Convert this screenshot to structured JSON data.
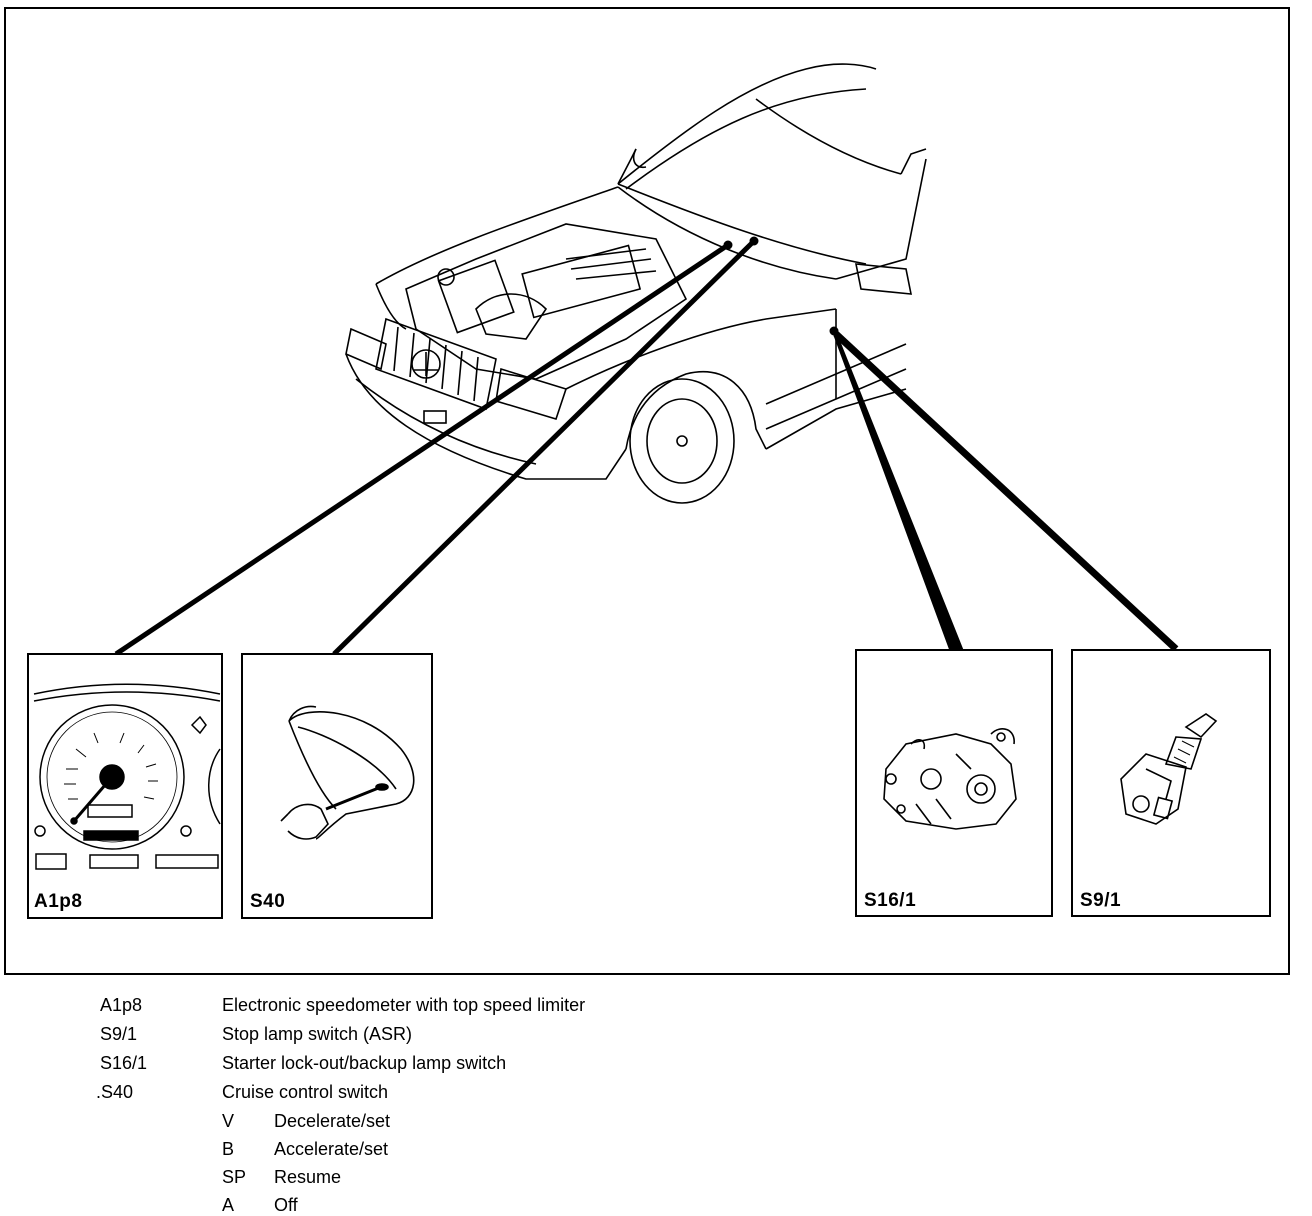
{
  "insets": [
    {
      "code": "A1p8"
    },
    {
      "code": "S40"
    },
    {
      "code": "S16/1"
    },
    {
      "code": "S9/1"
    }
  ],
  "legend": [
    {
      "code": "A1p8",
      "desc": "Electronic speedometer with top speed limiter"
    },
    {
      "code": "S9/1",
      "desc": "Stop lamp switch (ASR)"
    },
    {
      "code": "S16/1",
      "desc": "Starter lock-out/backup lamp switch"
    },
    {
      "code": ".S40",
      "desc": "Cruise control switch"
    }
  ],
  "cruise_positions": [
    {
      "code": "V",
      "desc": "Decelerate/set"
    },
    {
      "code": "B",
      "desc": "Accelerate/set"
    },
    {
      "code": "SP",
      "desc": "Resume"
    },
    {
      "code": "A",
      "desc": "Off"
    }
  ]
}
